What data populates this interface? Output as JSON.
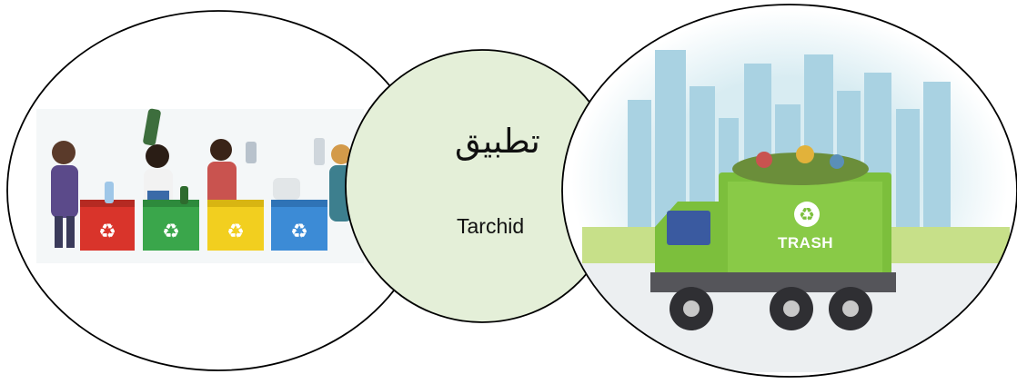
{
  "center": {
    "title": "تطبيق",
    "subtitle": "Tarchid"
  },
  "left_illustration": {
    "scene": "people sorting waste into recycling bins",
    "bin_colors": [
      "#d9342b",
      "#3aa64b",
      "#f2cf1f",
      "#3c8bd6"
    ]
  },
  "right_illustration": {
    "scene": "green garbage truck with city skyline",
    "truck_label": "TRASH",
    "truck_color": "#7cbf3c"
  },
  "colors": {
    "center_fill": "#e4efd8",
    "outline": "#000000"
  }
}
